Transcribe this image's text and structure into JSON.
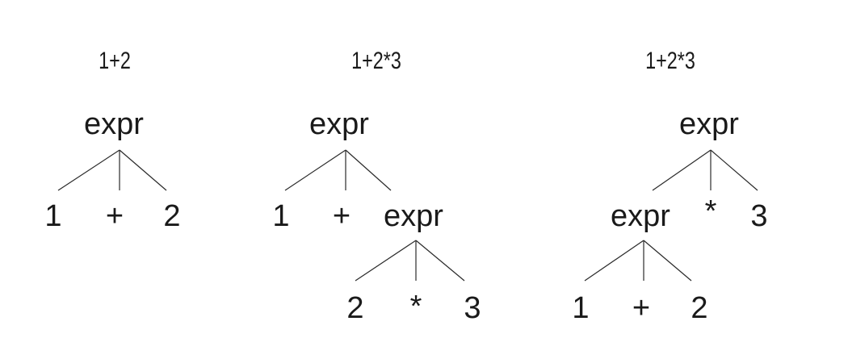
{
  "trees": [
    {
      "caption": "1+2",
      "root": {
        "label": "expr",
        "children": [
          {
            "label": "1"
          },
          {
            "label": "+"
          },
          {
            "label": "2"
          }
        ]
      }
    },
    {
      "caption": "1+2*3",
      "root": {
        "label": "expr",
        "children": [
          {
            "label": "1"
          },
          {
            "label": "+"
          },
          {
            "label": "expr",
            "children": [
              {
                "label": "2"
              },
              {
                "label": "*"
              },
              {
                "label": "3"
              }
            ]
          }
        ]
      }
    },
    {
      "caption": "1+2*3",
      "root": {
        "label": "expr",
        "children": [
          {
            "label": "expr",
            "children": [
              {
                "label": "1"
              },
              {
                "label": "+"
              },
              {
                "label": "2"
              }
            ]
          },
          {
            "label": "*"
          },
          {
            "label": "3"
          }
        ]
      }
    }
  ]
}
